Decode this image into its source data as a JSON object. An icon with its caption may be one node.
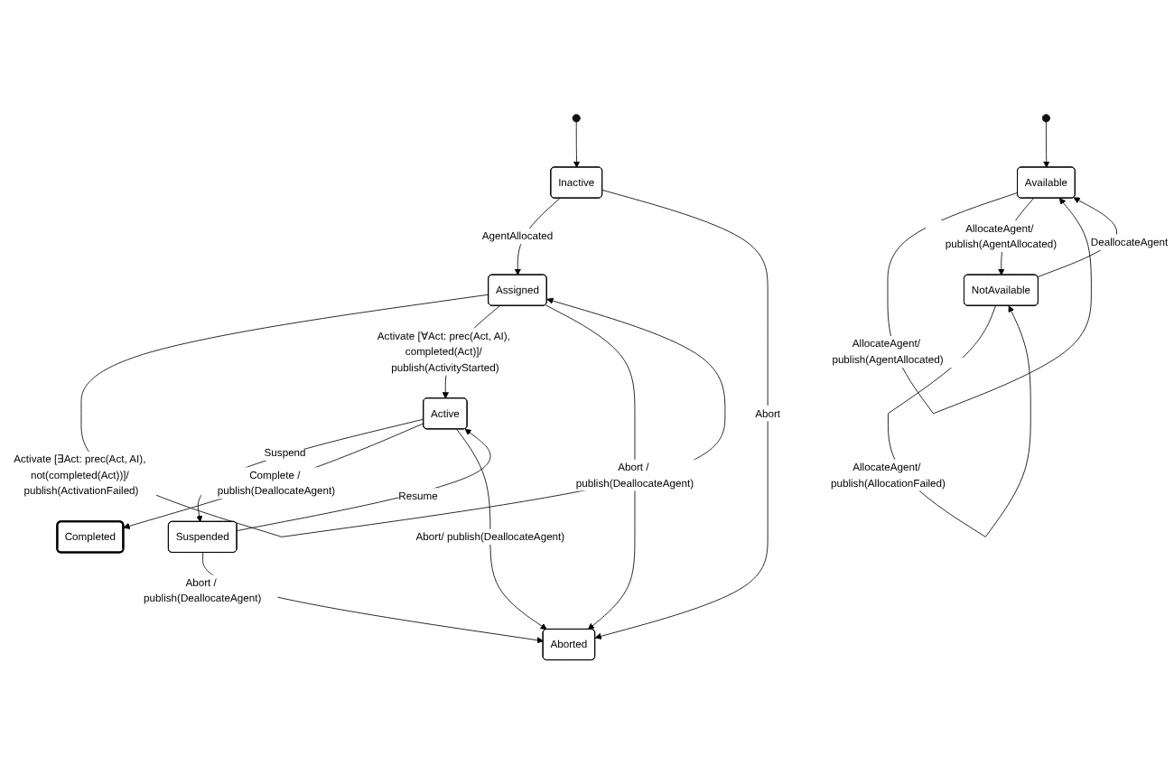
{
  "diagram": {
    "nodes": [
      {
        "text": [],
        "shape": "circle"
      },
      {
        "text": [
          "Inactive"
        ]
      },
      {
        "text": [
          "Assigned"
        ]
      },
      {
        "text": [
          "Active"
        ]
      },
      {
        "text": [
          "Suspended"
        ]
      },
      {
        "text": [
          "Completed"
        ]
      },
      {
        "text": [
          "Aborted"
        ]
      },
      {
        "text": [],
        "shape": "circle"
      },
      {
        "text": [
          "Available"
        ]
      },
      {
        "text": [
          "NotAvailable"
        ]
      }
    ],
    "edges": [
      {
        "from": 0,
        "to": 1,
        "arrow": "to"
      },
      {
        "from": 1,
        "to": 2,
        "arrow": "to",
        "label": "AgentAllocated"
      },
      {
        "from": 2,
        "to": 2,
        "arrow": "to",
        "label": "Activate [∃Act: prec(Act, AI), not(completed(Act))]/ publish(ActivationFailed)"
      },
      {
        "from": 2,
        "to": 3,
        "arrow": "to",
        "label": "Activate [∀Act: prec(Act, AI), completed(Act)]/ publish(ActivityStarted)"
      },
      {
        "from": 1,
        "to": 6,
        "arrow": "to",
        "label": "Abort"
      },
      {
        "from": 3,
        "to": 4,
        "arrow": "to",
        "label": "Suspend"
      },
      {
        "from": 4,
        "to": 3,
        "arrow": "to",
        "label": "Resume"
      },
      {
        "from": 3,
        "to": 5,
        "arrow": "to",
        "label": "Complete / publish(DeallocateAgent)"
      },
      {
        "from": 3,
        "to": 6,
        "arrow": "to",
        "label": "Abort/ publish(DeallocateAgent)"
      },
      {
        "from": 2,
        "to": 6,
        "arrow": "to",
        "label": "Abort / publish(DeallocateAgent)"
      },
      {
        "from": 4,
        "to": 6,
        "arrow": "to",
        "label": "Abort / publish(DeallocateAgent)"
      },
      {
        "from": 7,
        "to": 8,
        "arrow": "to"
      },
      {
        "from": 8,
        "to": 8,
        "arrow": "to",
        "label": "AllocateAgent/ publish(AgentAllocated)"
      },
      {
        "from": 8,
        "to": 9,
        "arrow": "to",
        "label": "AllocateAgent/ publish(AgentAllocated)"
      },
      {
        "from": 9,
        "to": 8,
        "arrow": "to",
        "label": "DeallocateAgent"
      },
      {
        "from": 9,
        "to": 9,
        "arrow": "to",
        "label": "AllocateAgent/ publish(AllocationFailed)"
      }
    ]
  }
}
